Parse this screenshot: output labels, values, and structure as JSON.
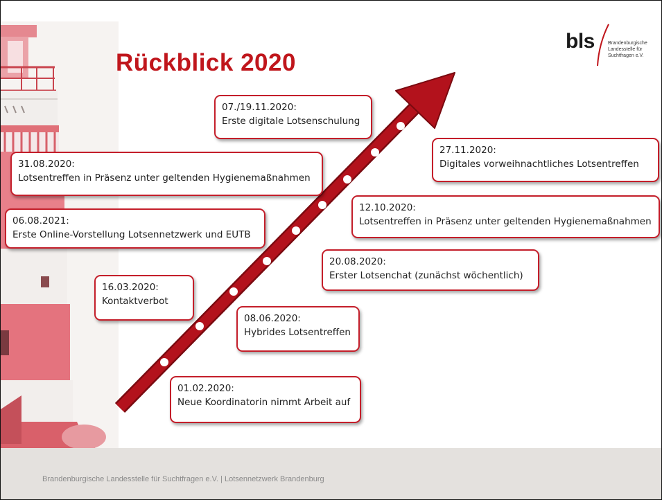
{
  "slide": {
    "title": "Rückblick 2020",
    "footer": "Brandenburgische Landesstelle für Suchtfragen e.V. | Lotsennetzwerk Brandenburg"
  },
  "logo": {
    "abbr": "bls",
    "lines": [
      "Brandenburgische",
      "Landesstelle für",
      "Suchtfragen e.V."
    ]
  },
  "colors": {
    "accent": "#c0161c",
    "arrow": "#b3121c",
    "box_border": "#c41e2a",
    "footer_band": "#e4e1de",
    "lighthouse_red": "#e0707a"
  },
  "events": [
    {
      "date": "07./19.11.2020:",
      "text": "Erste digitale Lotsenschulung"
    },
    {
      "date": "31.08.2020:",
      "text": "Lotsentreffen in Präsenz unter geltenden Hygienemaßnahmen"
    },
    {
      "date": "06.08.2021:",
      "text": "Erste Online-Vorstellung Lotsennetzwerk und EUTB"
    },
    {
      "date": "16.03.2020:",
      "text": "Kontaktverbot"
    },
    {
      "date": "08.06.2020:",
      "text": "Hybrides Lotsentreffen"
    },
    {
      "date": "01.02.2020:",
      "text": "Neue Koordinatorin nimmt Arbeit auf"
    },
    {
      "date": "27.11.2020:",
      "text": "Digitales vorweihnachtliches Lotsentreffen"
    },
    {
      "date": "12.10.2020:",
      "text": "Lotsentreffen in Präsenz unter geltenden Hygienemaßnahmen"
    },
    {
      "date": "20.08.2020:",
      "text": "Erster Lotsenchat (zunächst wöchentlich)"
    }
  ]
}
